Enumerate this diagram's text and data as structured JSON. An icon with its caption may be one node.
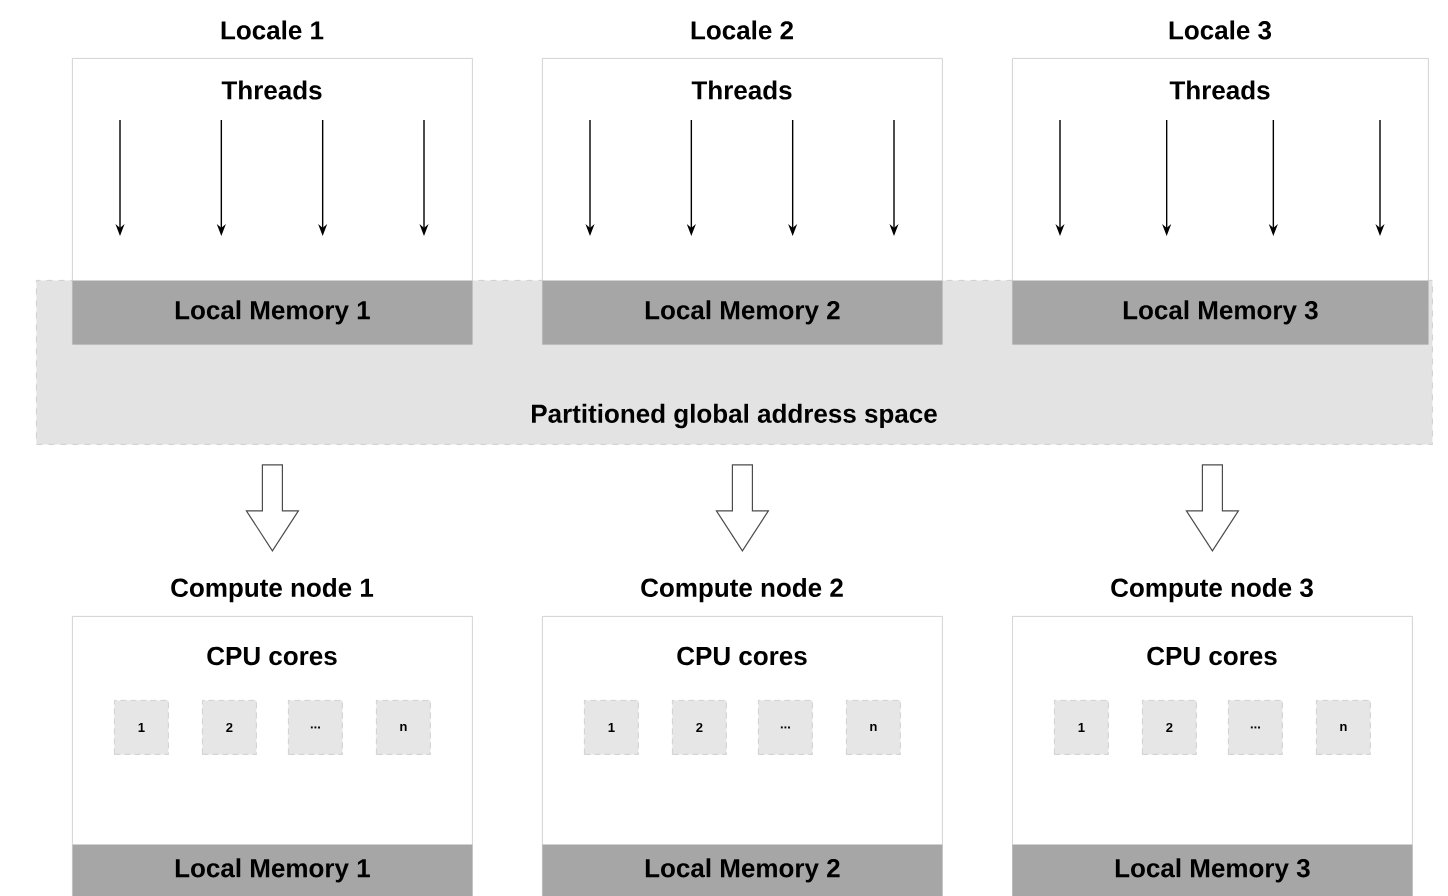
{
  "diagram": {
    "nodes": [
      {
        "text": [
          "Locale 1",
          "Threads"
        ]
      },
      {
        "text": [
          "Local Memory 1"
        ]
      },
      {
        "text": [
          "Locale 2",
          "Threads"
        ]
      },
      {
        "text": [
          "Local Memory 2"
        ]
      },
      {
        "text": [
          "Locale 3",
          "Threads"
        ]
      },
      {
        "text": [
          "Local Memory 3"
        ]
      },
      {
        "text": [
          "Partitioned global address space"
        ]
      },
      {
        "text": [
          "Compute node 1",
          "CPU cores"
        ]
      },
      {
        "text": [
          "1"
        ],
        "in": 7
      },
      {
        "text": [
          "2"
        ],
        "in": 7
      },
      {
        "text": [
          "..."
        ],
        "in": 7
      },
      {
        "text": [
          "n"
        ],
        "in": 7
      },
      {
        "text": [
          "Local Memory 1"
        ],
        "in": 7
      },
      {
        "text": [
          "Compute node 2",
          "CPU cores"
        ]
      },
      {
        "text": [
          "1"
        ],
        "in": 13
      },
      {
        "text": [
          "2"
        ],
        "in": 13
      },
      {
        "text": [
          "..."
        ],
        "in": 13
      },
      {
        "text": [
          "n"
        ],
        "in": 13
      },
      {
        "text": [
          "Local Memory 2"
        ],
        "in": 13
      },
      {
        "text": [
          "Compute node 3",
          "CPU cores"
        ]
      },
      {
        "text": [
          "1"
        ],
        "in": 19
      },
      {
        "text": [
          "2"
        ],
        "in": 19
      },
      {
        "text": [
          "..."
        ],
        "in": 19
      },
      {
        "text": [
          "n"
        ],
        "in": 19
      },
      {
        "text": [
          "Local Memory 3"
        ],
        "in": 19
      }
    ],
    "edges": [
      {
        "from": 6,
        "to": 7,
        "arrow": "to"
      },
      {
        "from": 6,
        "to": 13,
        "arrow": "to"
      },
      {
        "from": 6,
        "to": 19,
        "arrow": "to"
      }
    ]
  }
}
